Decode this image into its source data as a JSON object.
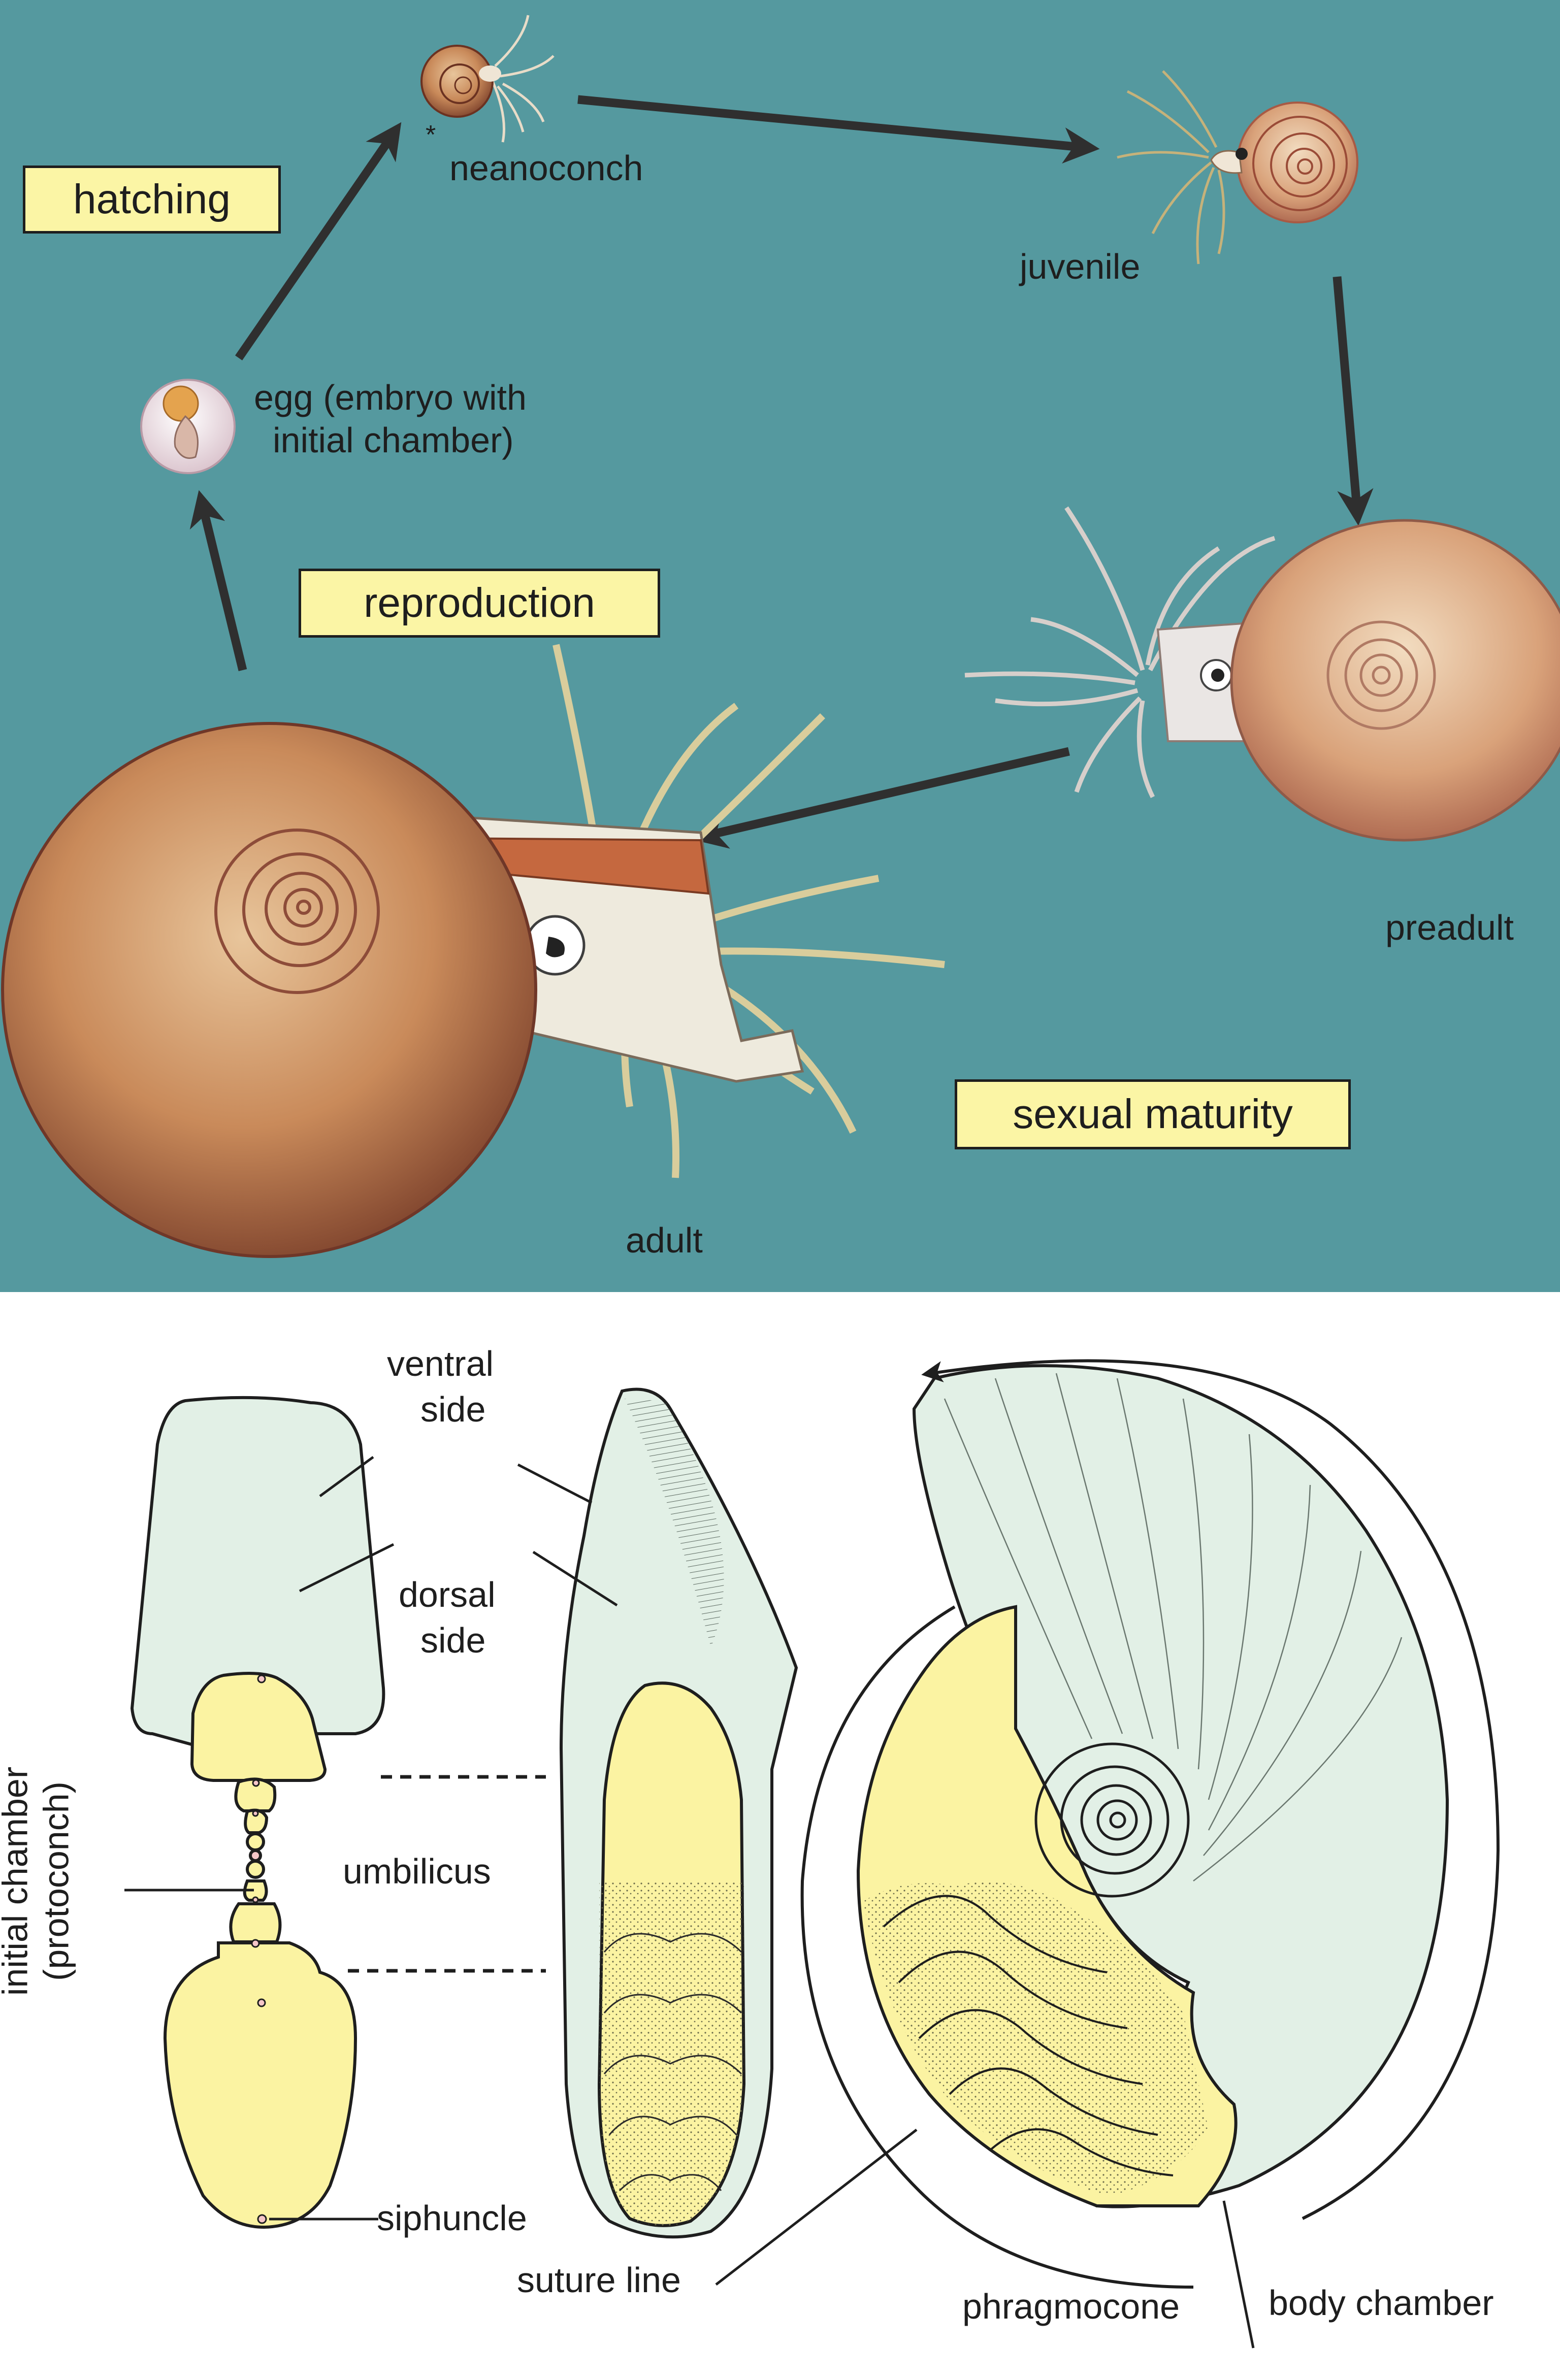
{
  "life_cycle": {
    "stages": {
      "hatching": "hatching",
      "reproduction": "reproduction",
      "sexual_maturity": "sexual maturity"
    },
    "forms": {
      "neanoconch": "neanoconch",
      "neanoconch_marker": "*",
      "juvenile": "juvenile",
      "egg_line1": "egg (embryo with",
      "egg_line2": "initial chamber)",
      "preadult": "preadult",
      "adult": "adult"
    }
  },
  "anatomy": {
    "ventral_line1": "ventral",
    "ventral_line2": "side",
    "dorsal_line1": "dorsal",
    "dorsal_line2": "side",
    "umbilicus": "umbilicus",
    "protoconch_line1": "initial chamber",
    "protoconch_line2": "(protoconch)",
    "siphuncle": "siphuncle",
    "suture_line": "suture line",
    "phragmocone": "phragmocone",
    "body_chamber": "body chamber"
  },
  "colors": {
    "teal_background": "#55999f",
    "label_box": "#fbf5a5",
    "body_chamber_fill": "#e2f0e6",
    "phragmocone_fill": "#fbf3a2",
    "arrow": "#2f2f2f"
  }
}
